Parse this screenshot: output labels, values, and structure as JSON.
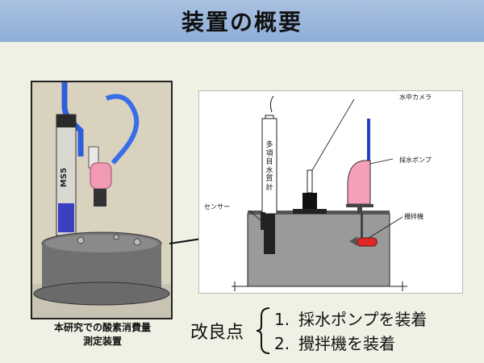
{
  "title": "装置の概要",
  "photo": {
    "caption_line1": "本研究での酸素消費量",
    "caption_line2": "測定装置",
    "probe_label": "MS5"
  },
  "diagram": {
    "labels": {
      "camera": "水中カメラ",
      "pump": "採水ポンプ",
      "stirrer": "攪拌機",
      "sensor": "センサー",
      "meter": "多項目水質計"
    }
  },
  "improvements": {
    "heading": "改良点",
    "items": [
      {
        "num": "1.",
        "text": "採水ポンプを装着"
      },
      {
        "num": "2.",
        "text": "攪拌機を装着"
      }
    ]
  },
  "colors": {
    "title_band": "#8eaed8",
    "background": "#f1f0e4",
    "tank": "#9a9a9a",
    "pump": "#f4a0b8",
    "cable": "#2440c8",
    "stirrer": "#e02828"
  }
}
